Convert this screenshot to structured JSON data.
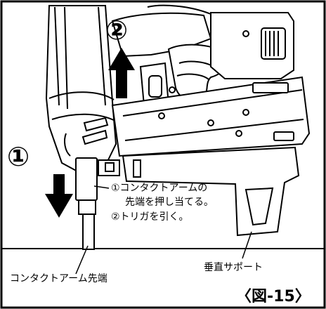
{
  "steps": {
    "step1_marker": "①",
    "step2_marker": "②"
  },
  "callout": {
    "line1": "①コンタクトアームの",
    "line2": "先端を押し当てる。",
    "line3": "②トリガを引く。"
  },
  "labels": {
    "contact_arm_tip": "コンタクトアーム先端",
    "vertical_support": "垂直サポート"
  },
  "figure_caption": "〈図-15〉",
  "colors": {
    "ink": "#000000",
    "paper": "#ffffff",
    "frame": "#000000"
  }
}
